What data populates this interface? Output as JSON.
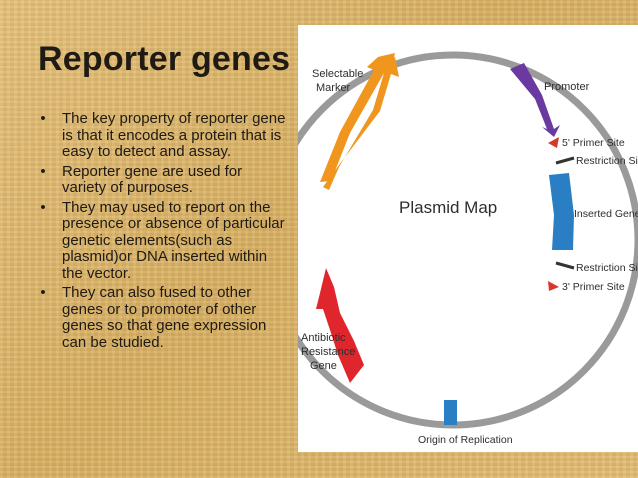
{
  "slide": {
    "title": "Reporter genes",
    "bullet_char": "•",
    "bullets": [
      "The key property of reporter gene\nis that it encodes a protein that is\neasy to detect and assay.",
      "Reporter gene are used for\nvariety of purposes.",
      "They may used to report on the\npresence or absence of particular\ngenetic elements(such as\nplasmid)or DNA inserted within\nthe vector.",
      "They can also fused to other\ngenes or to promoter of other\ngenes so that gene expression\ncan be studied."
    ]
  },
  "diagram": {
    "center_label": "Plasmid Map",
    "labels": {
      "selectable_marker_1": "Selectable",
      "selectable_marker_2": "Marker",
      "promoter": "Promoter",
      "primer_5": "5' Primer Site",
      "restriction_1": "Restriction Site",
      "inserted_gene": "Inserted Gene",
      "restriction_2": "Restriction Site",
      "primer_3": "3' Primer Site",
      "antibiotic_1": "Antibiotic",
      "antibiotic_2": "Resistance",
      "antibiotic_3": "Gene",
      "origin": "Origin of Replication"
    },
    "colors": {
      "ring": "#9a9a9a",
      "selectable_marker": "#f0961e",
      "promoter": "#6a3aa0",
      "primer_site": "#d8372b",
      "restriction_site": "#333333",
      "inserted_gene": "#2a7fc4",
      "antibiotic_resistance": "#e0262d",
      "origin": "#2a7fc4"
    }
  }
}
